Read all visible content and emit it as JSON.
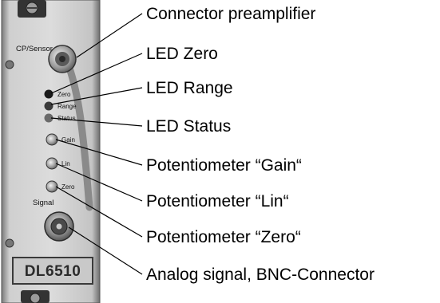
{
  "panel": {
    "header_label": "CP/Sensor",
    "led_labels": [
      "Zero",
      "Range",
      "Status"
    ],
    "pot_labels": [
      "Gain",
      "Lin",
      "Zero"
    ],
    "signal_label": "Signal",
    "model_label": "DL6510"
  },
  "callouts": [
    "Connector preamplifier",
    "LED Zero",
    "LED Range",
    "LED Status",
    "Potentiometer “Gain“",
    "Potentiometer “Lin“",
    "Potentiometer “Zero“",
    "Analog signal, BNC-Connector"
  ]
}
